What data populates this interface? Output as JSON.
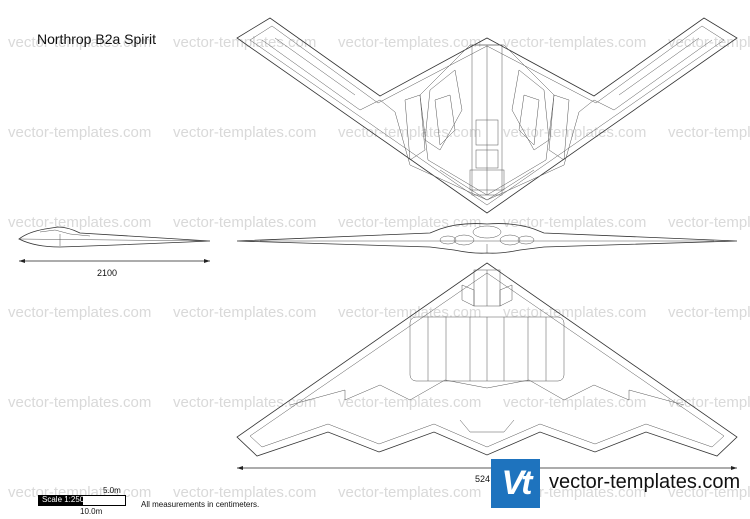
{
  "title": "Northrop B2a Spirit",
  "watermark": "vector-templates.com",
  "dimensions": {
    "side_length": "2100",
    "span": "524"
  },
  "scale": {
    "label": "Scale 1:250",
    "five_m": "5.0m",
    "ten_m": "10.0m"
  },
  "note": "All measurements in centimeters.",
  "brand": {
    "logo_text": "Vt",
    "name": "vector-templates.com",
    "color": "#1e73be"
  }
}
